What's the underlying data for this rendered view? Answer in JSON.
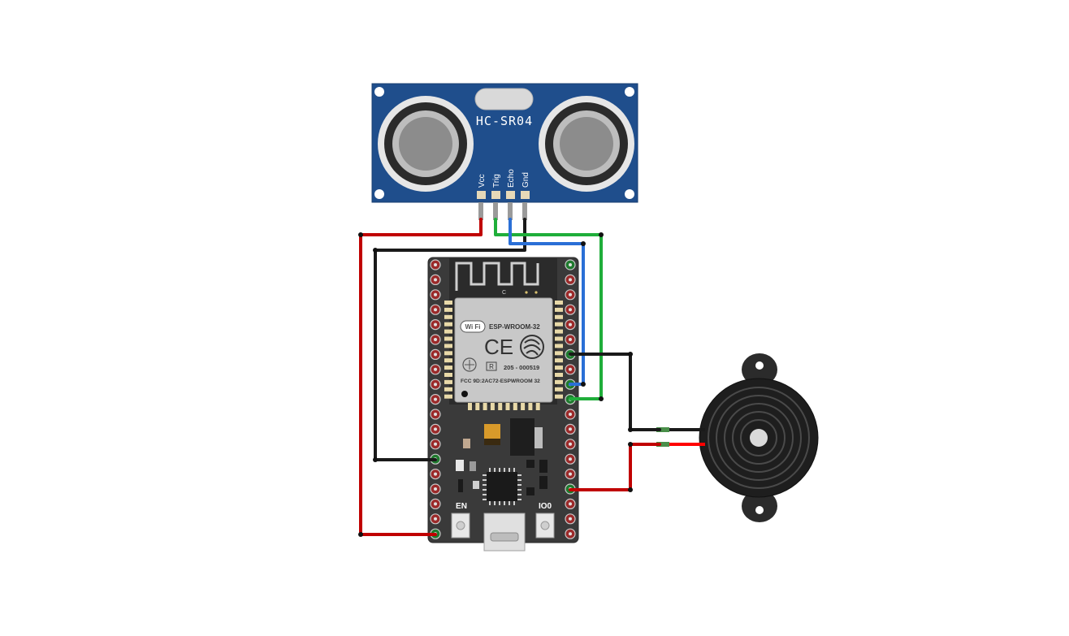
{
  "sensor": {
    "model": "HC-SR04",
    "pins": [
      "Vcc",
      "Trig",
      "Echo",
      "Gnd"
    ],
    "board_color": "#1f4e8c"
  },
  "board": {
    "module_label": "ESP-WROOM-32",
    "wifi_logo": "Wi Fi",
    "ce_mark": "CE",
    "fcc_text": "FCC 9D:2AC72-ESPWROOM 32",
    "cert_number": "205 - 000519",
    "r_mark": "R",
    "antenna_label": "C",
    "button_en": "EN",
    "button_io0": "IO0",
    "board_color": "#3a3a3a"
  },
  "buzzer": {
    "name": "piezo-buzzer"
  },
  "wires": {
    "vcc_color": "#c00000",
    "gnd_color": "#1a1a1a",
    "trig_color": "#1fae3a",
    "echo_color": "#2a6fd6"
  }
}
